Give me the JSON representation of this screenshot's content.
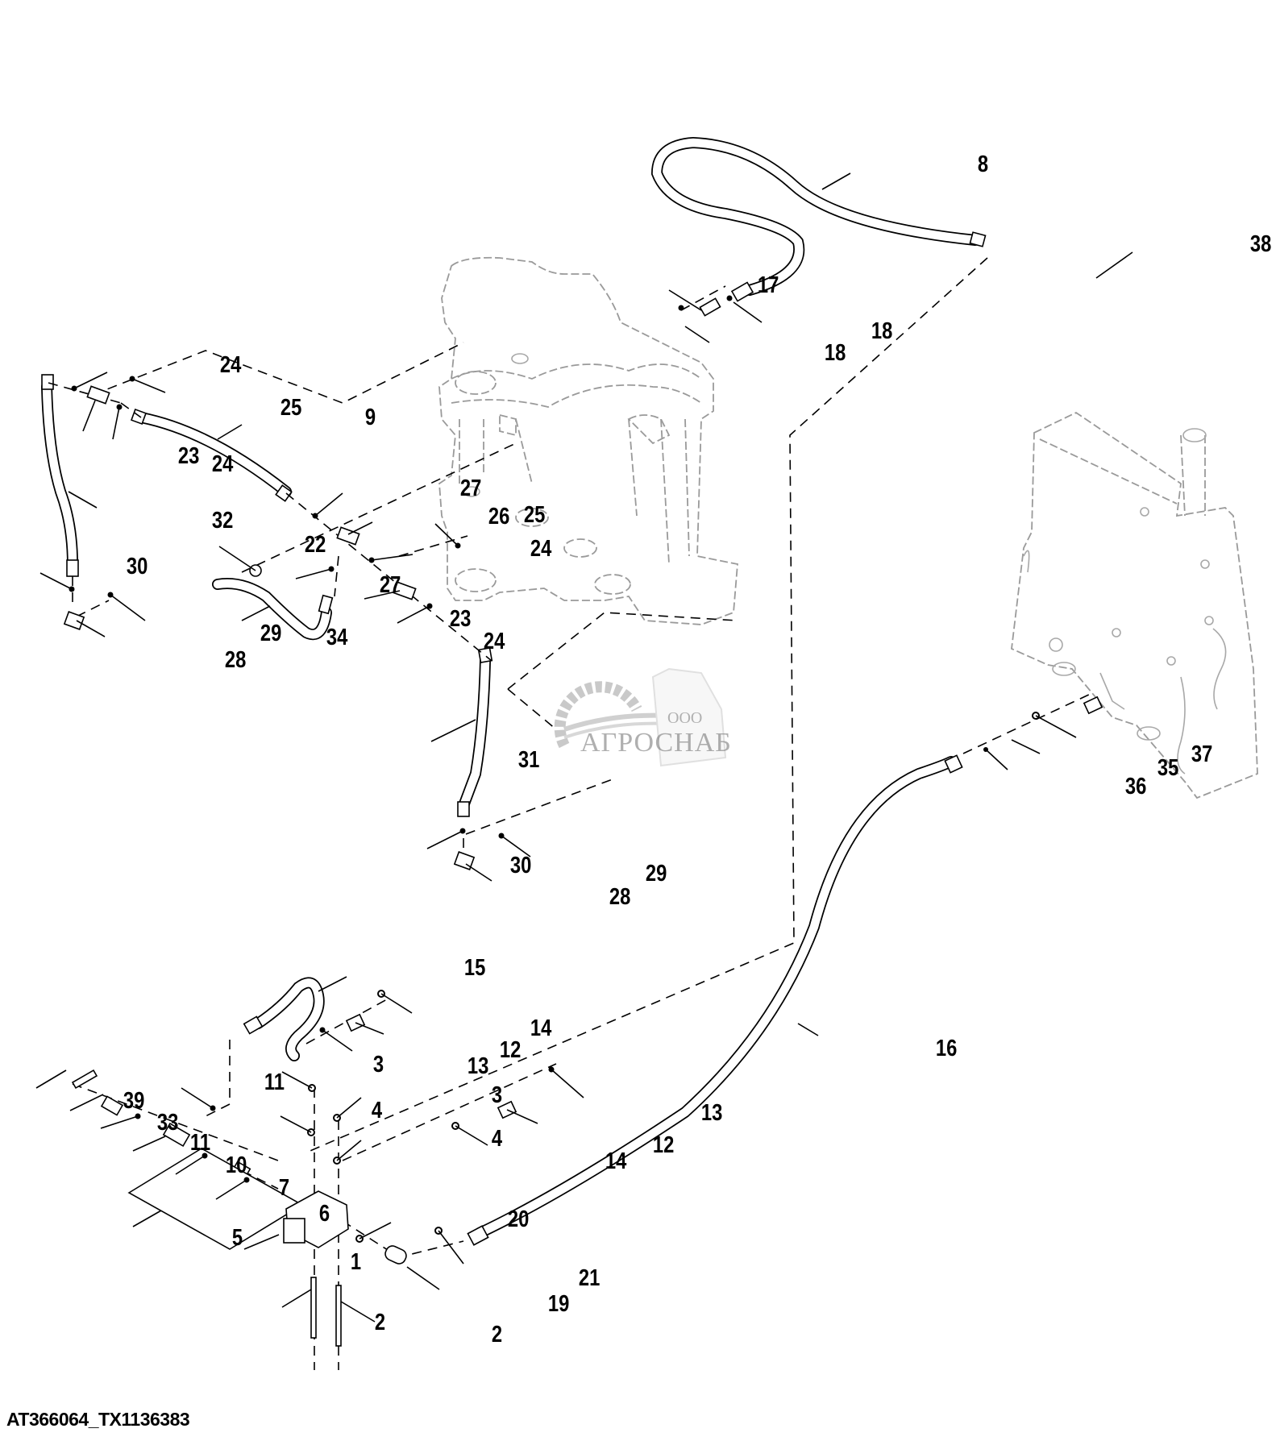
{
  "figure": {
    "code": "AT366064_TX1136383",
    "watermark": {
      "prefix": "ООО",
      "name": "АГРОСНАБ"
    }
  },
  "callouts": {
    "c8": "8",
    "c38": "38",
    "c17": "17",
    "c18a": "18",
    "c18b": "18",
    "c24a": "24",
    "c25a": "25",
    "c9": "9",
    "c23a": "23",
    "c24b": "24",
    "c32": "32",
    "c30a": "30",
    "c29a": "29",
    "c28a": "28",
    "c27a": "27",
    "c26": "26",
    "c25b": "25",
    "c22": "22",
    "c27b": "27",
    "c24c": "24",
    "c23b": "23",
    "c24d": "24",
    "c34": "34",
    "c31": "31",
    "c30b": "30",
    "c29b": "29",
    "c28b": "28",
    "c37": "37",
    "c35": "35",
    "c36": "36",
    "c15": "15",
    "c14a": "14",
    "c12a": "12",
    "c13a": "13",
    "c16": "16",
    "c13b": "13",
    "c12b": "12",
    "c14b": "14",
    "c3a": "3",
    "c3b": "3",
    "c4a": "4",
    "c4b": "4",
    "c11a": "11",
    "c11b": "11",
    "c39": "39",
    "c33": "33",
    "c10": "10",
    "c7": "7",
    "c6": "6",
    "c5": "5",
    "c1": "1",
    "c20": "20",
    "c21": "21",
    "c19": "19",
    "c2a": "2",
    "c2b": "2"
  }
}
